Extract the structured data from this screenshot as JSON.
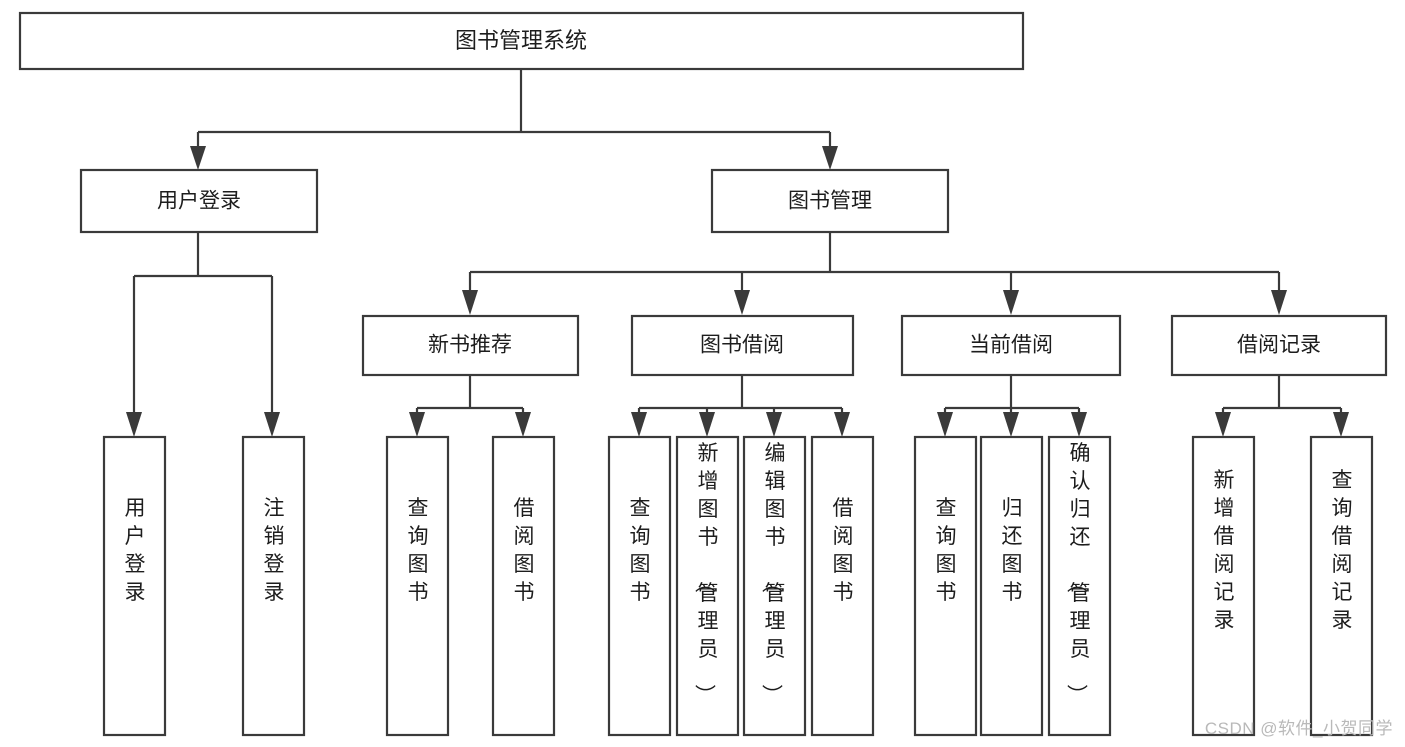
{
  "diagram": {
    "type": "tree-hierarchy-chart",
    "title": "图书管理系统",
    "watermark": "CSDN @软件_小贺同学",
    "colors": {
      "stroke": "#3a3a3a",
      "fill": "#ffffff",
      "text": "#1d1d1d",
      "background": "#ffffff",
      "watermark": "#b9b9b9"
    },
    "levels": [
      {
        "level": 1,
        "nodes": [
          {
            "id": "root",
            "label": "图书管理系统",
            "orientation": "horizontal"
          }
        ]
      },
      {
        "level": 2,
        "nodes": [
          {
            "id": "user-login",
            "label": "用户登录",
            "orientation": "horizontal",
            "parent": "root"
          },
          {
            "id": "book-manage",
            "label": "图书管理",
            "orientation": "horizontal",
            "parent": "root"
          }
        ]
      },
      {
        "level": 3,
        "nodes": [
          {
            "id": "new-book-rec",
            "label": "新书推荐",
            "orientation": "horizontal",
            "parent": "book-manage"
          },
          {
            "id": "book-borrow",
            "label": "图书借阅",
            "orientation": "horizontal",
            "parent": "book-manage"
          },
          {
            "id": "current-borrow",
            "label": "当前借阅",
            "orientation": "horizontal",
            "parent": "book-manage"
          },
          {
            "id": "borrow-record",
            "label": "借阅记录",
            "orientation": "horizontal",
            "parent": "book-manage"
          }
        ]
      },
      {
        "level": 4,
        "nodes": [
          {
            "id": "leaf-user-login",
            "label": "用户登录",
            "orientation": "vertical",
            "parent": "user-login"
          },
          {
            "id": "leaf-logout",
            "label": "注销登录",
            "orientation": "vertical",
            "parent": "user-login"
          },
          {
            "id": "leaf-query-book-1",
            "label": "查询图书",
            "orientation": "vertical",
            "parent": "new-book-rec"
          },
          {
            "id": "leaf-borrow-book-1",
            "label": "借阅图书",
            "orientation": "vertical",
            "parent": "new-book-rec"
          },
          {
            "id": "leaf-query-book-2",
            "label": "查询图书",
            "orientation": "vertical",
            "parent": "book-borrow"
          },
          {
            "id": "leaf-add-book",
            "label": "新增图书（管理员）",
            "orientation": "vertical",
            "parent": "book-borrow"
          },
          {
            "id": "leaf-edit-book",
            "label": "编辑图书（管理员）",
            "orientation": "vertical",
            "parent": "book-borrow"
          },
          {
            "id": "leaf-borrow-book-2",
            "label": "借阅图书",
            "orientation": "vertical",
            "parent": "book-borrow"
          },
          {
            "id": "leaf-query-book-3",
            "label": "查询图书",
            "orientation": "vertical",
            "parent": "current-borrow"
          },
          {
            "id": "leaf-return-book",
            "label": "归还图书",
            "orientation": "vertical",
            "parent": "current-borrow"
          },
          {
            "id": "leaf-confirm-return",
            "label": "确认归还（管理员）",
            "orientation": "vertical",
            "parent": "current-borrow"
          },
          {
            "id": "leaf-add-record",
            "label": "新增借阅记录",
            "orientation": "vertical",
            "parent": "borrow-record"
          },
          {
            "id": "leaf-query-record",
            "label": "查询借阅记录",
            "orientation": "vertical",
            "parent": "borrow-record"
          }
        ]
      }
    ],
    "nodes_flat": {
      "root": "图书管理系统",
      "user_login": "用户登录",
      "book_manage": "图书管理",
      "new_book_rec": "新书推荐",
      "book_borrow": "图书借阅",
      "current_borrow": "当前借阅",
      "borrow_record": "借阅记录",
      "leaf_user_login": "用户登录",
      "leaf_logout": "注销登录",
      "leaf_query_book_1": "查询图书",
      "leaf_borrow_book_1": "借阅图书",
      "leaf_query_book_2": "查询图书",
      "leaf_add_book": "新增图书（管理员）",
      "leaf_edit_book": "编辑图书（管理员）",
      "leaf_borrow_book_2": "借阅图书",
      "leaf_query_book_3": "查询图书",
      "leaf_return_book": "归还图书",
      "leaf_confirm_return": "确认归还（管理员）",
      "leaf_add_record": "新增借阅记录",
      "leaf_query_record": "查询借阅记录"
    }
  }
}
